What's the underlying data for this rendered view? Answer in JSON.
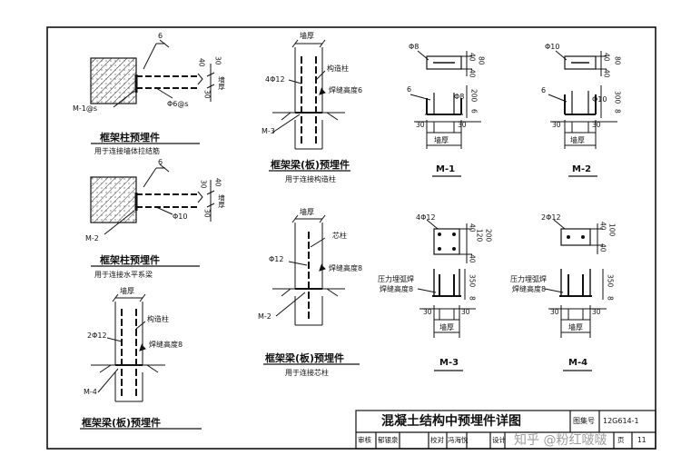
{
  "title_block": {
    "title": "混凝土结构中预埋件详图",
    "atlas_label": "图集号",
    "atlas_number": "12G614-1",
    "review_label": "审核",
    "reviewer": "郁银泉",
    "check_label": "校对",
    "checker": "冯海悦",
    "design_label": "设计",
    "page_label": "页",
    "page_number": "11"
  },
  "watermark": "知乎 @粉红啵啵",
  "details": {
    "col1": {
      "heading": "框架柱预埋件",
      "note": "用于连接墙体拉结筋",
      "plate": "M-1@s",
      "bar": "Φ6@s",
      "weld": "6",
      "dims": [
        "30",
        "40",
        "30",
        "墙厚"
      ]
    },
    "col2": {
      "heading": "框架柱预埋件",
      "note": "用于连接水平系梁",
      "plate": "M-2",
      "bar": "Φ10",
      "weld": "6",
      "dims": [
        "30",
        "40",
        "30",
        "墙厚"
      ]
    },
    "beam1": {
      "heading": "框架梁(板)预埋件",
      "note": "用于连接构造柱",
      "wall": "墙厚",
      "column": "构造柱",
      "bars": "4Φ12",
      "weld_height": "焊缝高度6",
      "plate": "M-3"
    },
    "beam2": {
      "heading": "框架梁(板)预埋件",
      "note": "用于连接芯柱",
      "wall": "墙厚",
      "column": "芯柱",
      "bars": "Φ12",
      "weld_height": "焊缝高度8",
      "plate": "M-2"
    },
    "beam3": {
      "heading": "框架梁(板)预埋件",
      "wall": "墙厚",
      "column": "构造柱",
      "bars": "2Φ12",
      "weld_height": "焊缝高度8",
      "plate": "M-4"
    },
    "m1": {
      "label": "M-1",
      "bar_top": "Φ8",
      "bar_side": "Φ8",
      "weld": "6",
      "dims": [
        "40",
        "80",
        "40",
        "200",
        "6",
        "30",
        "30",
        "墙厚"
      ]
    },
    "m2": {
      "label": "M-2",
      "bar_top": "Φ10",
      "bar_side": "Φ10",
      "weld": "6",
      "dims": [
        "40",
        "80",
        "40",
        "300",
        "8",
        "30",
        "30",
        "墙厚"
      ]
    },
    "m3": {
      "label": "M-3",
      "bars": "4Φ12",
      "dims": [
        "40",
        "120",
        "40",
        "200",
        "350",
        "8",
        "30",
        "30",
        "墙厚"
      ],
      "weld_type": "压力埋弧焊",
      "weld_height": "焊缝高度8"
    },
    "m4": {
      "label": "M-4",
      "bars": "2Φ12",
      "dims": [
        "40",
        "100",
        "40",
        "350",
        "8",
        "30",
        "30",
        "墙厚"
      ],
      "weld_type": "压力埋弧焊",
      "weld_height": "焊缝高度8"
    }
  }
}
